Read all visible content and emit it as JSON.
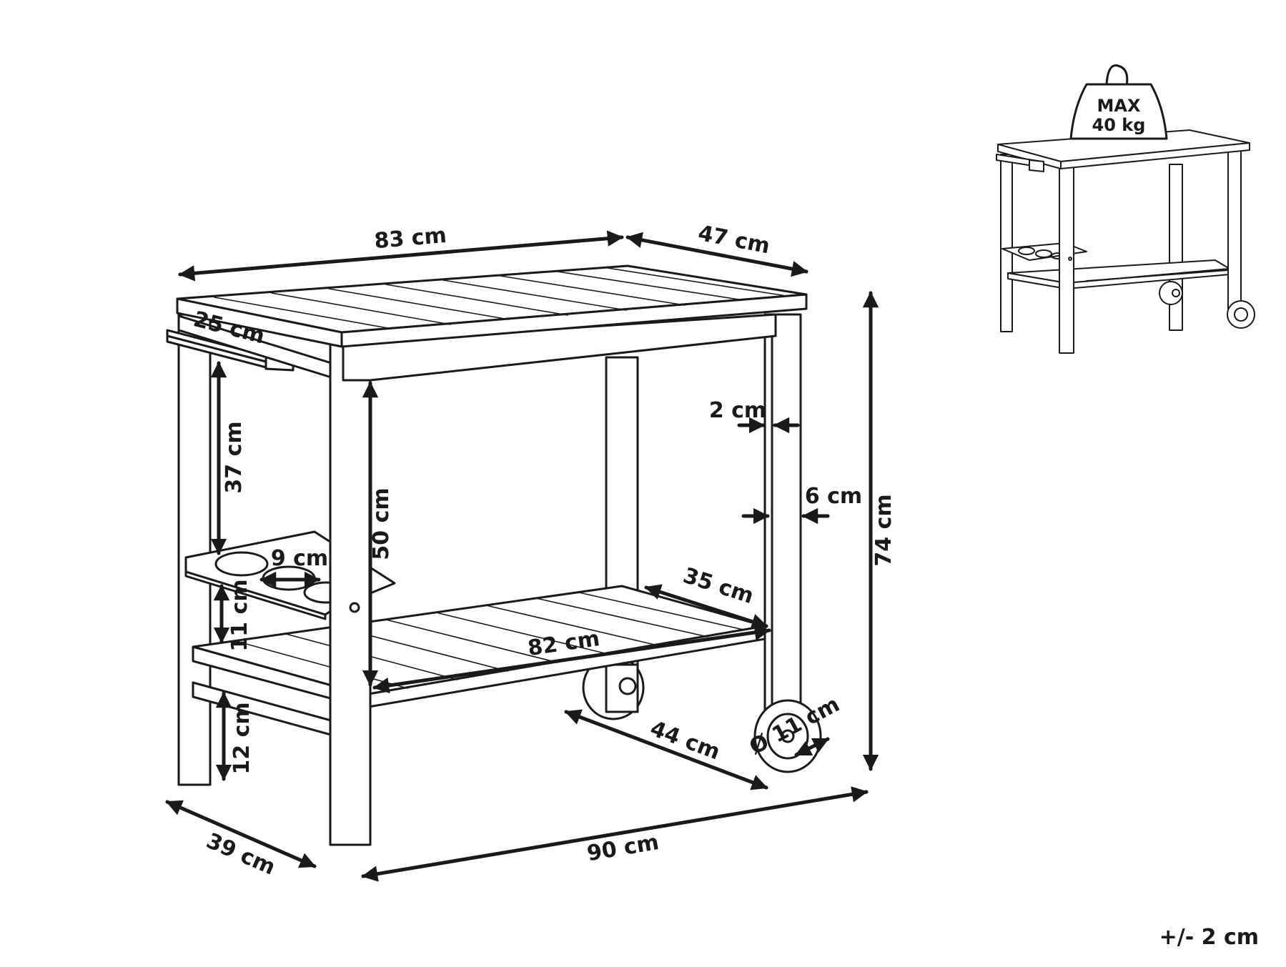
{
  "diagram": {
    "labels": {
      "width_top": "83 cm",
      "depth_top": "47 cm",
      "handle_length": "25 cm",
      "handle_to_rack": "37 cm",
      "leg_height_inner": "50 cm",
      "bottle_hole": "9 cm",
      "rack_to_shelf": "11 cm",
      "shelf_to_floor": "12 cm",
      "leg_thickness": "2 cm",
      "leg_width": "6 cm",
      "total_height": "74 cm",
      "shelf_depth": "35 cm",
      "shelf_width": "82 cm",
      "wheelbase": "44 cm",
      "wheel_diameter": "Ø 11 cm",
      "base_depth": "39 cm",
      "overall_width": "90 cm"
    },
    "weight_badge": {
      "line1": "MAX",
      "line2": "40 kg"
    },
    "tolerance": "+/- 2 cm"
  }
}
